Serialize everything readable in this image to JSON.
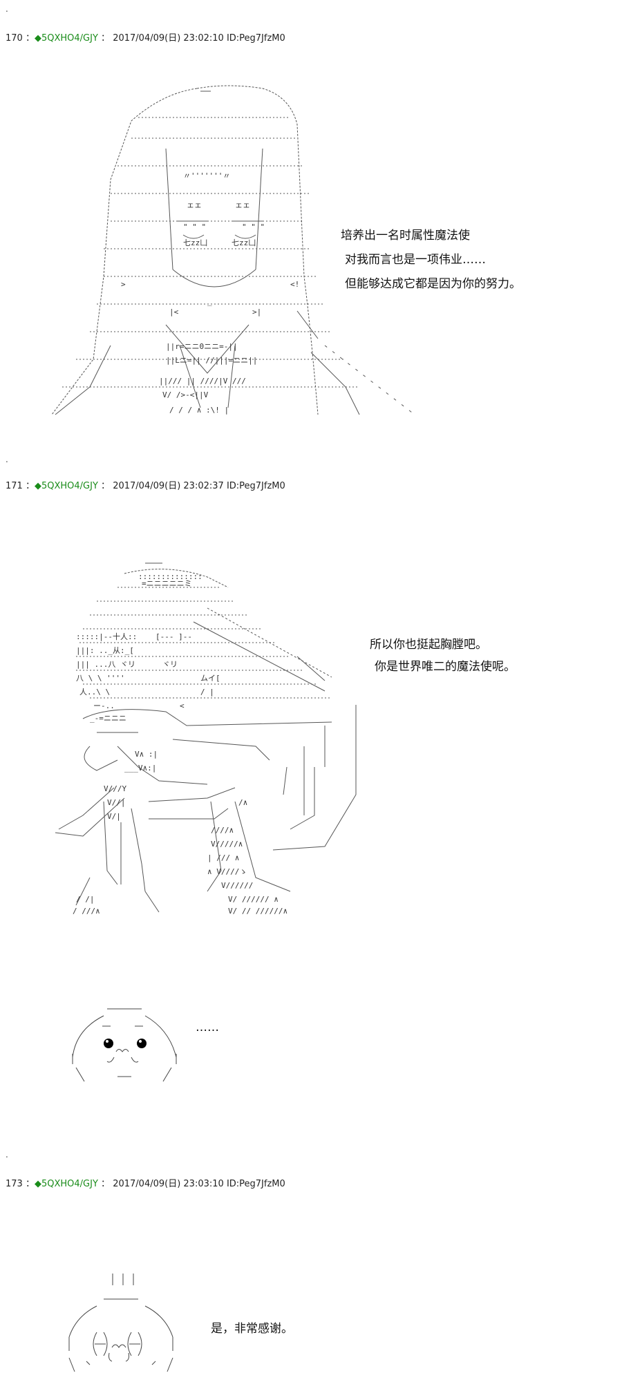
{
  "posts": [
    {
      "number": "170",
      "sep": "：",
      "trip": "◆5QXHO4/GJY",
      "colon": "：",
      "datetime": "2017/04/09(日) 23:02:10",
      "id": "ID:Peg7JfzM0",
      "dialog": [
        "培养出一名时属性魔法使",
        "对我而言也是一项伟业……",
        "但能够达成它都是因为你的努力。"
      ]
    },
    {
      "number": "171",
      "sep": "：",
      "trip": "◆5QXHO4/GJY",
      "colon": "：",
      "datetime": "2017/04/09(日) 23:02:37",
      "id": "ID:Peg7JfzM0",
      "dialog": [
        "所以你也挺起胸膛吧。",
        "你是世界唯二的魔法使呢。"
      ],
      "dialog2": "……"
    },
    {
      "number": "173",
      "sep": "：",
      "trip": "◆5QXHO4/GJY",
      "colon": "：",
      "datetime": "2017/04/09(日) 23:03:10",
      "id": "ID:Peg7JfzM0",
      "dialog": [
        "是，非常感谢。"
      ]
    }
  ]
}
